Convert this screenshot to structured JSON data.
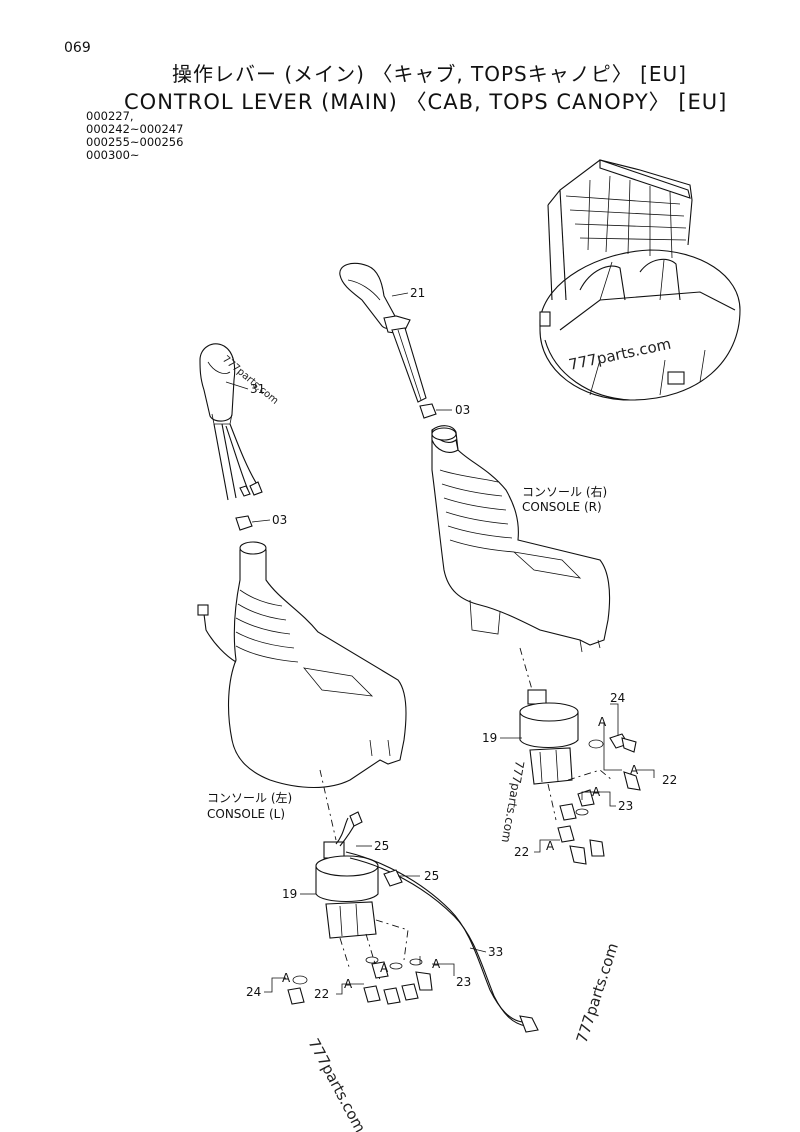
{
  "header": {
    "page_number": "069",
    "title_jp": "操作レバー (メイン) 〈キャブ, TOPSキャノピ〉 [EU]",
    "title_en": "CONTROL LEVER (MAIN) 〈CAB, TOPS CANOPY〉 [EU]",
    "serials": [
      "000227,",
      "000242~000247",
      "000255~000256",
      "000300~"
    ]
  },
  "labels": {
    "console_r_jp": "コンソール (右)",
    "console_r_en": "CONSOLE (R)",
    "console_l_jp": "コンソール (左)",
    "console_l_en": "CONSOLE (L)",
    "group_a": "A"
  },
  "callouts": {
    "p21": "21",
    "p31": "31",
    "p03a": "03",
    "p03b": "03",
    "p19r": "19",
    "p24r": "24",
    "p22r1": "22",
    "p23r": "23",
    "p22r2": "22",
    "p25a": "25",
    "p25b": "25",
    "p19l": "19",
    "p33": "33",
    "p24l": "24",
    "p22l": "22",
    "p23l": "23"
  },
  "watermarks": [
    "777parts.com",
    "777parts.com",
    "777parts.com",
    "777parts.com",
    "777parts.com"
  ]
}
